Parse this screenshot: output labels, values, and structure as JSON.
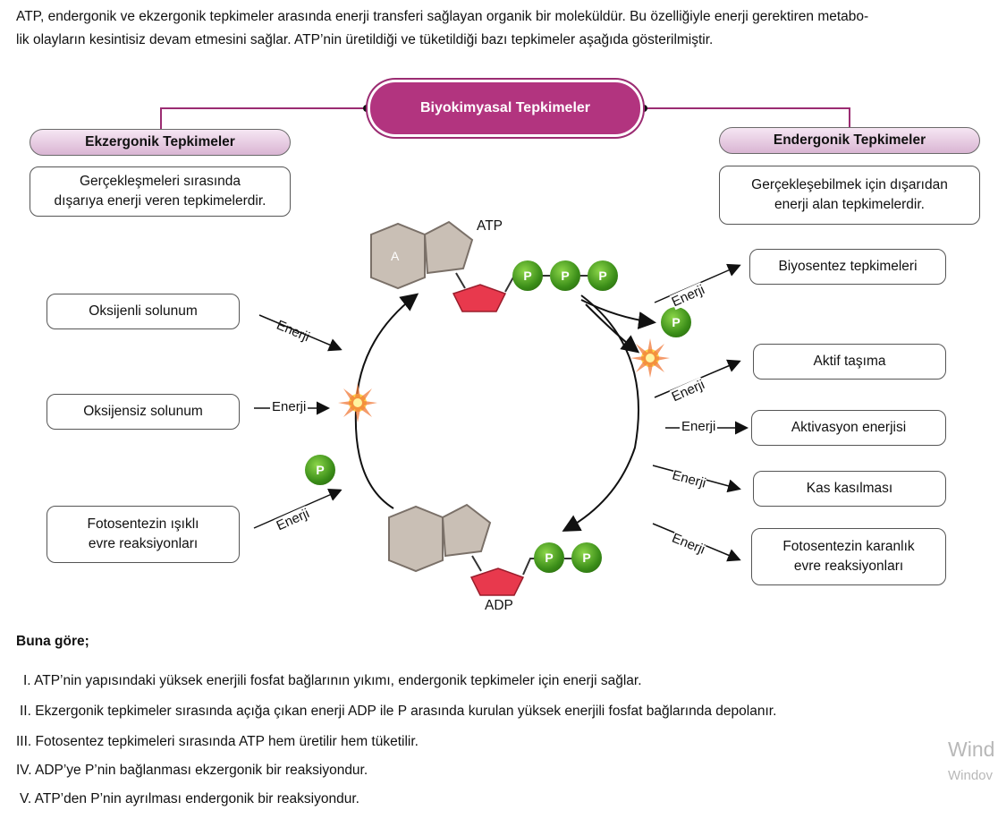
{
  "intro": {
    "line1": "ATP, endergonik ve ekzergonik tepkimeler arasında enerji transferi sağlayan organik bir moleküldür. Bu özelliğiyle enerji gerektiren metabo-",
    "line2": "lik olayların kesintisiz devam etmesini sağlar. ATP’nin üretildiği ve tüketildiği bazı tepkimeler aşağıda gösterilmiştir."
  },
  "diagram": {
    "center_title": "Biyokimyasal Tepkimeler",
    "left_header": "Ekzergonik Tepkimeler",
    "left_desc_1": "Gerçekleşmeleri sırasında",
    "left_desc_2": "dışarıya enerji veren tepkimelerdir.",
    "right_header": "Endergonik Tepkimeler",
    "right_desc_1": "Gerçekleşebilmek için dışarıdan",
    "right_desc_2": "enerji alan tepkimelerdir.",
    "atp_label": "ATP",
    "adp_label": "ADP",
    "adenine_label": "A",
    "phosphate_label": "P",
    "energy_label": "Enerji",
    "left_items": [
      "Oksijenli solunum",
      "Oksijensiz solunum",
      "Fotosentezin ışıklı",
      "evre reaksiyonları"
    ],
    "right_items": [
      "Biyosentez tepkimeleri",
      "Aktif taşıma",
      "Aktivasyon enerjisi",
      "Kas kasılması",
      "Fotosentezin karanlık",
      "evre reaksiyonları"
    ],
    "colors": {
      "accent": "#b2347f",
      "phosphate": "#3a8d18",
      "ribose": "#e8394d",
      "base": "#c9bfb5"
    }
  },
  "question": {
    "prompt": "Buna göre;",
    "statements": [
      "I.  ATP’nin yapısındaki yüksek enerjili fosfat bağlarının yıkımı, endergonik tepkimeler için enerji sağlar.",
      "II.  Ekzergonik tepkimeler sırasında açığa çıkan enerji ADP ile P arasında kurulan yüksek enerjili fosfat bağlarında depolanır.",
      "III.  Fotosentez tepkimeleri sırasında ATP hem üretilir hem tüketilir.",
      "IV.  ADP’ye P’nin bağlanması ekzergonik bir reaksiyondur.",
      "V.  ATP’den P’nin ayrılması endergonik bir reaksiyondur."
    ]
  },
  "watermark": {
    "line1": "Wind",
    "line2": "Windov"
  }
}
